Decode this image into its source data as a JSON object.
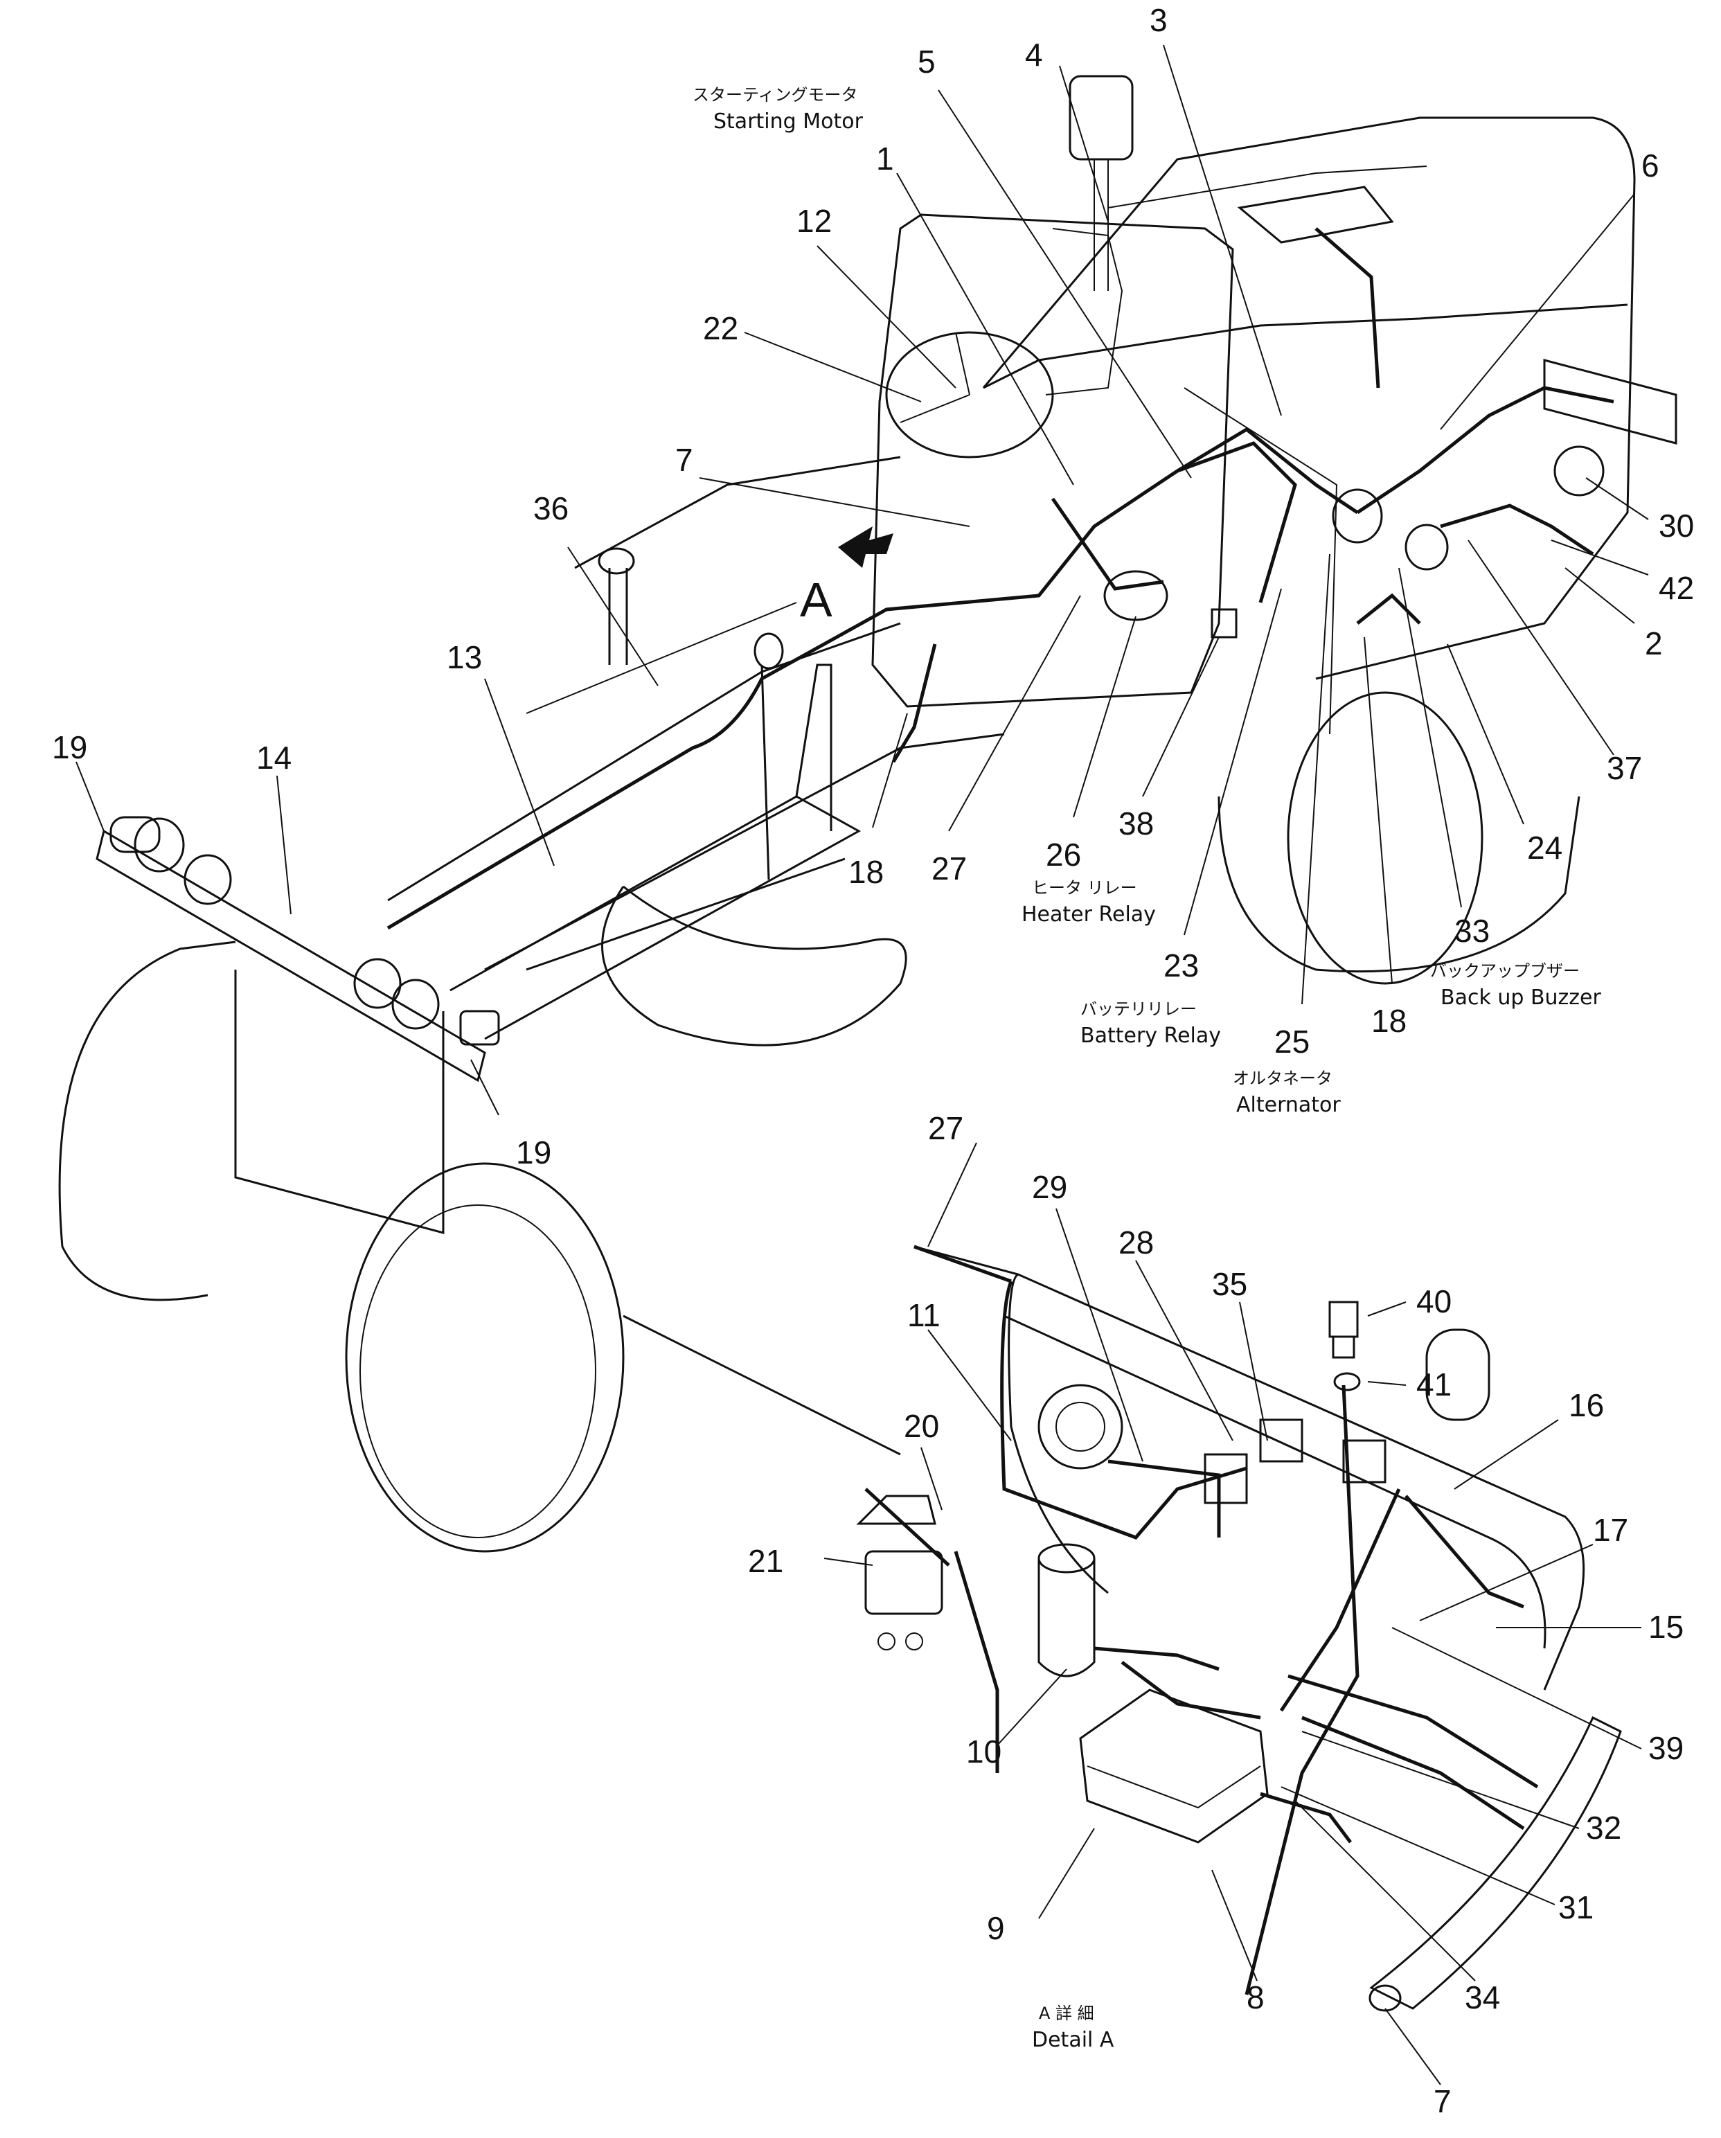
{
  "diagram": {
    "part_numbers": [
      "1",
      "2",
      "3",
      "4",
      "5",
      "6",
      "7",
      "8",
      "9",
      "10",
      "11",
      "12",
      "13",
      "14",
      "15",
      "16",
      "17",
      "18",
      "19",
      "20",
      "21",
      "22",
      "23",
      "24",
      "25",
      "26",
      "27",
      "28",
      "29",
      "30",
      "31",
      "32",
      "33",
      "34",
      "35",
      "36",
      "37",
      "38",
      "39",
      "40",
      "41",
      "42"
    ],
    "callouts": [
      {
        "num": "3"
      },
      {
        "num": "4"
      },
      {
        "num": "5"
      },
      {
        "num": "1"
      },
      {
        "num": "6"
      },
      {
        "num": "12"
      },
      {
        "num": "22"
      },
      {
        "num": "7"
      },
      {
        "num": "36"
      },
      {
        "num": "13"
      },
      {
        "num": "30"
      },
      {
        "num": "42"
      },
      {
        "num": "2"
      },
      {
        "num": "37"
      },
      {
        "num": "24"
      },
      {
        "num": "33"
      },
      {
        "num": "18"
      },
      {
        "num": "27"
      },
      {
        "num": "26"
      },
      {
        "num": "38"
      },
      {
        "num": "23"
      },
      {
        "num": "25"
      },
      {
        "num": "18"
      },
      {
        "num": "19"
      },
      {
        "num": "14"
      },
      {
        "num": "19"
      },
      {
        "num": "27"
      },
      {
        "num": "29"
      },
      {
        "num": "28"
      },
      {
        "num": "35"
      },
      {
        "num": "40"
      },
      {
        "num": "41"
      },
      {
        "num": "11"
      },
      {
        "num": "16"
      },
      {
        "num": "20"
      },
      {
        "num": "17"
      },
      {
        "num": "21"
      },
      {
        "num": "15"
      },
      {
        "num": "10"
      },
      {
        "num": "39"
      },
      {
        "num": "32"
      },
      {
        "num": "9"
      },
      {
        "num": "31"
      },
      {
        "num": "8"
      },
      {
        "num": "34"
      },
      {
        "num": "7"
      }
    ],
    "view_marker": "A",
    "labels": {
      "starting_motor_jp": "スターティングモータ",
      "starting_motor_en": "Starting Motor",
      "heater_relay_jp": "ヒータ リレー",
      "heater_relay_en": "Heater Relay",
      "battery_relay_jp": "バッテリリレー",
      "battery_relay_en": "Battery Relay",
      "alternator_jp": "オルタネータ",
      "alternator_en": "Alternator",
      "backup_buzzer_jp": "バックアップブザー",
      "backup_buzzer_en": "Back up Buzzer",
      "detail_jp": "A 詳 細",
      "detail_en": "Detail A"
    }
  }
}
